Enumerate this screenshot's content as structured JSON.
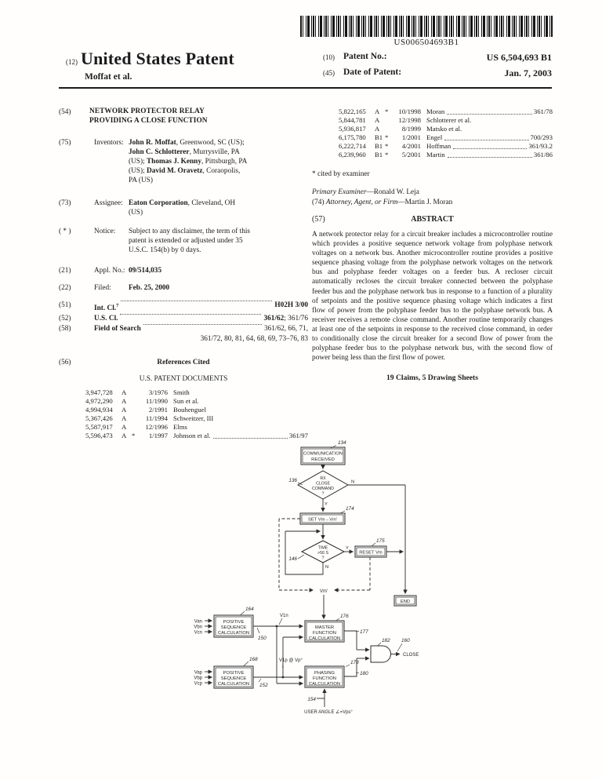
{
  "header": {
    "barcode_text": "US006504693B1",
    "code12": "(12)",
    "title": "United States Patent",
    "byline": "Moffat et al.",
    "code10": "(10)",
    "patent_no_label": "Patent No.:",
    "patent_no": "US 6,504,693 B1",
    "code45": "(45)",
    "date_label": "Date of Patent:",
    "date": "Jan. 7, 2003"
  },
  "left": {
    "f54": {
      "code": "(54)",
      "line1": "NETWORK PROTECTOR RELAY",
      "line2": "PROVIDING A CLOSE FUNCTION"
    },
    "f75": {
      "code": "(75)",
      "label": "Inventors:",
      "lines": [
        [
          {
            "t": "John R. Moffat",
            "b": true
          },
          {
            "t": ", Greenwood, SC (US);"
          }
        ],
        [
          {
            "t": "John C. Schlotterer",
            "b": true
          },
          {
            "t": ", Murrysville, PA"
          }
        ],
        [
          {
            "t": "(US); "
          },
          {
            "t": "Thomas J. Kenny",
            "b": true
          },
          {
            "t": ", Pittsburgh, PA"
          }
        ],
        [
          {
            "t": "(US); "
          },
          {
            "t": "David M. Oravetz",
            "b": true
          },
          {
            "t": ", Coraopolis,"
          }
        ],
        [
          {
            "t": "PA (US)"
          }
        ]
      ]
    },
    "f73": {
      "code": "(73)",
      "label": "Assignee:",
      "lines": [
        [
          {
            "t": "Eaton Corporation",
            "b": true
          },
          {
            "t": ", Cleveland, OH"
          }
        ],
        [
          {
            "t": "(US)"
          }
        ]
      ]
    },
    "notice": {
      "code": "( * )",
      "label": "Notice:",
      "lines": [
        "Subject to any disclaimer, the term of this",
        "patent is extended or adjusted under 35",
        "U.S.C. 154(b) by 0 days."
      ]
    },
    "f21": {
      "code": "(21)",
      "label": "Appl. No.:",
      "value": "09/514,035"
    },
    "f22": {
      "code": "(22)",
      "label": "Filed:",
      "value": "Feb. 25, 2000"
    },
    "f51": {
      "code": "(51)",
      "label": [
        {
          "t": "Int. Cl.",
          "b": true
        },
        {
          "t": "7",
          "b": true,
          "sup": true
        }
      ],
      "value": [
        {
          "t": "H02H 3/00",
          "b": true
        }
      ]
    },
    "f52": {
      "code": "(52)",
      "label": [
        {
          "t": "U.S. Cl.",
          "b": true
        }
      ],
      "value": [
        {
          "t": "361/62",
          "b": true
        },
        {
          "t": "; 361/76"
        }
      ]
    },
    "f58": {
      "code": "(58)",
      "label": [
        {
          "t": "Field of Search",
          "b": true
        }
      ],
      "value": [
        {
          "t": "361/62, 66, 71,"
        }
      ],
      "value2": "361/72, 80, 81, 64, 68, 69, 73–76, 83"
    },
    "f56": {
      "code": "(56)",
      "title": "References Cited",
      "subtitle": "U.S. PATENT DOCUMENTS"
    },
    "references": [
      {
        "no": "3,947,728",
        "kind": "A",
        "star": "",
        "date": "3/1976",
        "name": "Smith",
        "cls": ""
      },
      {
        "no": "4,972,290",
        "kind": "A",
        "star": "",
        "date": "11/1990",
        "name": "Sun et al.",
        "cls": ""
      },
      {
        "no": "4,994,934",
        "kind": "A",
        "star": "",
        "date": "2/1991",
        "name": "Bouhenguel",
        "cls": ""
      },
      {
        "no": "5,367,426",
        "kind": "A",
        "star": "",
        "date": "11/1994",
        "name": "Schweitzer, III",
        "cls": ""
      },
      {
        "no": "5,587,917",
        "kind": "A",
        "star": "",
        "date": "12/1996",
        "name": "Elms",
        "cls": ""
      },
      {
        "no": "5,596,473",
        "kind": "A",
        "star": "*",
        "date": "1/1997",
        "name": "Johnson et al.",
        "cls": "361/97"
      }
    ]
  },
  "right": {
    "references": [
      {
        "no": "5,822,165",
        "kind": "A",
        "star": "*",
        "date": "10/1998",
        "name": "Moran",
        "cls": "361/78"
      },
      {
        "no": "5,844,781",
        "kind": "A",
        "star": "",
        "date": "12/1998",
        "name": "Schlotterer et al.",
        "cls": ""
      },
      {
        "no": "5,936,817",
        "kind": "A",
        "star": "",
        "date": "8/1999",
        "name": "Matsko et al.",
        "cls": ""
      },
      {
        "no": "6,175,780",
        "kind": "B1",
        "star": "*",
        "date": "1/2001",
        "name": "Engel",
        "cls": "700/293"
      },
      {
        "no": "6,222,714",
        "kind": "B1",
        "star": "*",
        "date": "4/2001",
        "name": "Hoffman",
        "cls": "361/93.2"
      },
      {
        "no": "6,239,960",
        "kind": "B1",
        "star": "*",
        "date": "5/2001",
        "name": "Martin",
        "cls": "361/86"
      }
    ],
    "cited_by": "* cited by examiner",
    "examiner": [
      {
        "t": "Primary Examiner",
        "i": true
      },
      {
        "t": "—Ronald W. Leja"
      }
    ],
    "attorney": [
      {
        "t": "(74) "
      },
      {
        "t": "Attorney, Agent, or Firm",
        "i": true
      },
      {
        "t": "—Martin J. Moran"
      }
    ],
    "abstract_code": "(57)",
    "abstract_title": "ABSTRACT",
    "abstract_text": "A network protector relay for a circuit breaker includes a microcontroller routine which provides a positive sequence network voltage from polyphase network voltages on a network bus. Another microcontroller routine provides a positive sequence phasing voltage from the polyphase network voltages on the network bus and polyphase feeder voltages on a feeder bus. A recloser circuit automatically recloses the circuit breaker connected between the polyphase feeder bus and the polyphase network bus in response to a function of a plurality of setpoints and the positive sequence phasing voltage which indicates a first flow of power from the polyphase feeder bus to the polyphase network bus. A receiver receives a remote close command. Another routine temporarily changes at least one of the setpoints in response to the received close command, in order to conditionally close the circuit breaker for a second flow of power from the polyphase feeder bus to the polyphase network bus, with the second flow of power being less than the first flow of power.",
    "claims": "19 Claims, 5 Drawing Sheets"
  },
  "figure": {
    "comm": [
      "COMMUNICATION",
      "RECEIVED"
    ],
    "rx": [
      "RX",
      "CLOSE",
      "COMMAND",
      "?"
    ],
    "set_vm": "SET Vm→Vm'",
    "time": [
      "TIME",
      ">50 S",
      "?"
    ],
    "reset_vm": "RESET Vm",
    "end_lbl": "END",
    "vm_prime": "Vm'",
    "yes": "Y",
    "no": "N",
    "master": [
      "MASTER",
      "FUNCTION",
      "CALCULATION"
    ],
    "phasing": [
      "PHASING",
      "FUNCTION",
      "CALCULATION"
    ],
    "posseq": [
      "POSITIVE",
      "SEQUENCE",
      "CALCULATION"
    ],
    "v1n": "V1n",
    "v1p": "V1p @ Vp°",
    "van": "Van",
    "vbn": "Vbn",
    "vcn": "Vcn",
    "vap": "Vap",
    "vbp": "Vbp",
    "vcp": "Vcp",
    "close_lbl": "CLOSE",
    "user_angle": "USER ANGLE ∠=Vps°",
    "n134": "134",
    "n136": "136",
    "n174": "174",
    "n146": "146",
    "n175": "175",
    "n176": "176",
    "n177": "177",
    "n178": "178",
    "n180": "180",
    "n182": "182",
    "n160": "160",
    "n150": "150",
    "n152": "152",
    "n154": "154",
    "n164": "164",
    "n168": "168"
  }
}
